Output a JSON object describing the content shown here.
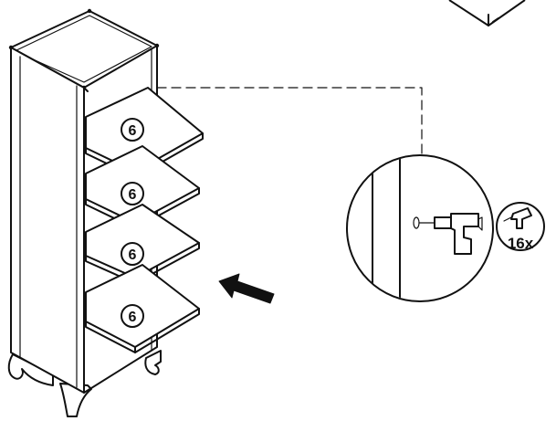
{
  "diagram": {
    "shelf_labels": [
      "6",
      "6",
      "6",
      "6"
    ],
    "quantity_label": "16x",
    "icons": {
      "shelf_peg": "shelf-support-peg-icon",
      "direction": "insert-direction-arrow-icon"
    },
    "colors": {
      "ink": "#111111",
      "background": "#ffffff"
    }
  }
}
